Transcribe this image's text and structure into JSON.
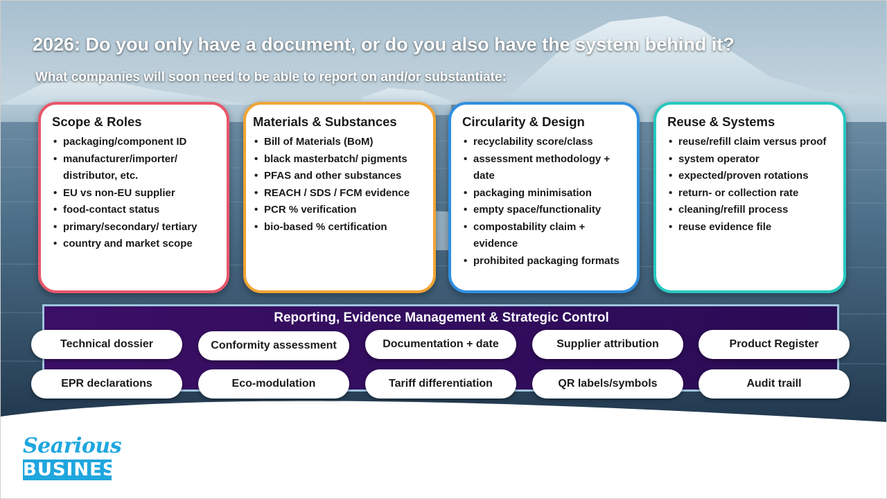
{
  "headline": "2026: Do you only have a document, or do you also have the system behind it?",
  "subheadline": "What companies will soon need to be able to report on and/or substantiate:",
  "colors": {
    "card_red": "#e8566a",
    "card_orange": "#f0a535",
    "card_blue": "#2f8fe0",
    "card_teal": "#28c8c0",
    "panel_purple": "#34105f",
    "logo_blue": "#1fa6de"
  },
  "cards": [
    {
      "title": "Scope & Roles",
      "items": [
        "packaging/component ID",
        "manufacturer/importer/ distributor, etc.",
        "EU vs non-EU supplier",
        "food-contact status",
        "primary/secondary/ tertiary",
        "country and market scope"
      ]
    },
    {
      "title": "Materials & Substances",
      "items": [
        "Bill of Materials (BoM)",
        "black masterbatch/ pigments",
        "PFAS and other substances",
        "REACH / SDS / FCM evidence",
        "PCR % verification",
        "bio-based % certification"
      ]
    },
    {
      "title": "Circularity & Design",
      "items": [
        "recyclability score/class",
        "assessment methodology + date",
        "packaging minimisation",
        "empty space/functionality",
        "compostability claim + evidence",
        "prohibited packaging formats"
      ]
    },
    {
      "title": "Reuse & Systems",
      "items": [
        "reuse/refill claim versus proof",
        "system operator",
        "expected/proven rotations",
        "return- or collection rate",
        "cleaning/refill process",
        "reuse evidence file"
      ]
    }
  ],
  "reporting": {
    "title": "Reporting, Evidence Management & Strategic Control",
    "pills_row1": [
      "Technical dossier",
      "Conformity assessment",
      "Documentation + date",
      "Supplier attribution",
      "Product Register"
    ],
    "pills_row2": [
      "EPR declarations",
      "Eco-modulation",
      "Tariff differentiation",
      "QR labels/symbols",
      "Audit traill"
    ]
  },
  "logo": {
    "script": "Searious",
    "box": "BUSINESS"
  }
}
